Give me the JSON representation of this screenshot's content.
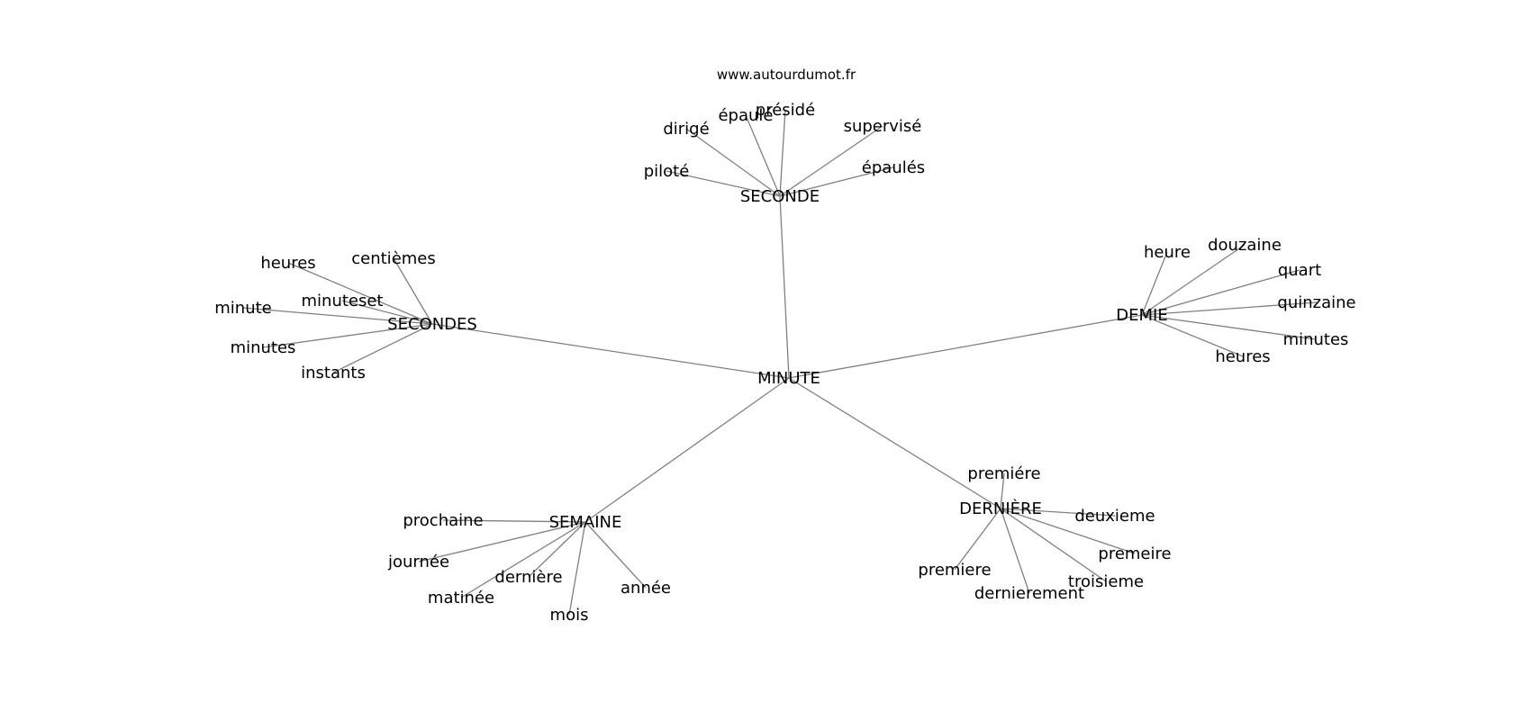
{
  "site": "www.autourdumot.fr",
  "colors": {
    "edge": "#808080",
    "text": "#000000",
    "background": "#ffffff"
  },
  "graph": {
    "center": "MINUTE",
    "hubs": [
      {
        "id": "SECONDE",
        "label": "SECONDE",
        "leaves": [
          "piloté",
          "dirigé",
          "épaulé",
          "présidé",
          "supervisé",
          "épaulés"
        ]
      },
      {
        "id": "SECONDES",
        "label": "SECONDES",
        "leaves": [
          "heures",
          "centièmes",
          "minuteset",
          "minute",
          "minutes",
          "instants"
        ]
      },
      {
        "id": "DEMIE",
        "label": "DEMIE",
        "leaves": [
          "heure",
          "douzaine",
          "quart",
          "quinzaine",
          "minutes",
          "heures"
        ]
      },
      {
        "id": "SEMAINE",
        "label": "SEMAINE",
        "leaves": [
          "prochaine",
          "journée",
          "dernière",
          "matinée",
          "mois",
          "année"
        ]
      },
      {
        "id": "DERNIERE",
        "label": "DERNIÈRE",
        "leaves": [
          "premiére",
          "deuxieme",
          "premeire",
          "troisieme",
          "dernierement",
          "premiere"
        ]
      }
    ]
  }
}
